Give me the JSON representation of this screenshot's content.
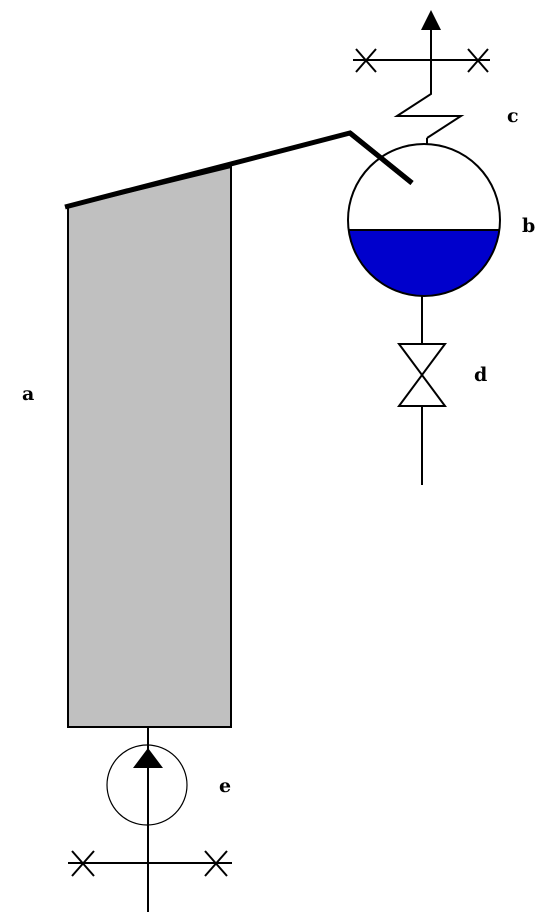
{
  "labels": {
    "a": "a",
    "b": "b",
    "c": "c",
    "d": "d",
    "e": "e"
  },
  "components": {
    "a": "column",
    "b": "vessel",
    "c": "coil",
    "d": "valve",
    "e": "pump"
  },
  "colors": {
    "column_fill": "#c0c0c0",
    "liquid_fill": "#0000cc",
    "line": "#000000",
    "background": "#ffffff"
  },
  "icons": [
    "up-arrow-icon",
    "cross-mark-icon",
    "zigzag-icon",
    "valve-icon",
    "pump-icon"
  ]
}
